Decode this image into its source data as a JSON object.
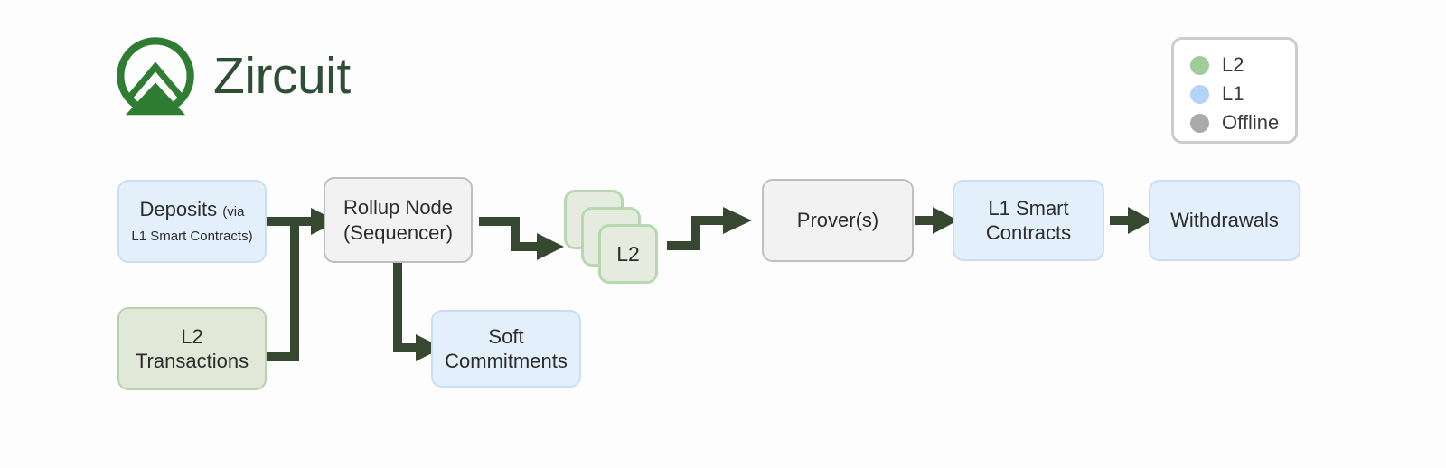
{
  "brand": {
    "name": "Zircuit",
    "logo_icon": "zircuit-mountain-logo",
    "color": "#2f7d32"
  },
  "legend": {
    "items": [
      {
        "label": "L2",
        "color": "#9ecd9a",
        "icon": "status-dot-green"
      },
      {
        "label": "L1",
        "color": "#b3d4f5",
        "icon": "status-dot-blue"
      },
      {
        "label": "Offline",
        "color": "#aaaaaa",
        "icon": "status-dot-gray"
      }
    ]
  },
  "diagram": {
    "nodes": [
      {
        "id": "deposits",
        "label": "Deposits ",
        "sublabel": "(via",
        "line2": "L1 Smart Contracts)",
        "layer": "L1"
      },
      {
        "id": "l2-transactions",
        "line1": "L2",
        "line2": "Transactions",
        "layer": "L2"
      },
      {
        "id": "rollup-node",
        "line1": "Rollup Node",
        "line2": "(Sequencer)",
        "layer": "Offline"
      },
      {
        "id": "soft-commitments",
        "line1": "Soft",
        "line2": "Commitments",
        "layer": "L1"
      },
      {
        "id": "l2-blocks",
        "label": "L2",
        "layer": "L2"
      },
      {
        "id": "provers",
        "label": "Prover(s)",
        "layer": "Offline"
      },
      {
        "id": "l1-smart-contracts",
        "line1": "L1 Smart",
        "line2": "Contracts",
        "layer": "L1"
      },
      {
        "id": "withdrawals",
        "label": "Withdrawals",
        "layer": "L1"
      }
    ]
  },
  "colors": {
    "l2_fill": "#e2e8d8",
    "l2_stroke": "#b7d3ae",
    "l1_fill": "#e3effb",
    "l1_stroke": "#c9def4",
    "offline_fill": "#f2f2f2",
    "offline_stroke": "#bfbfbf",
    "arrow": "#36482f"
  }
}
